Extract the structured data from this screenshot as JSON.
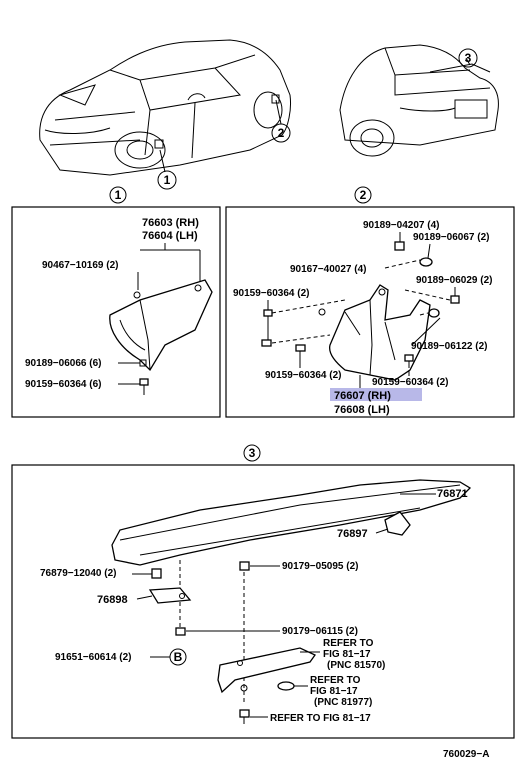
{
  "diagram": {
    "callouts": {
      "c1": "1",
      "c2": "2",
      "c3": "3",
      "b": "B"
    },
    "panel1": {
      "heading_circle": "1",
      "labels": {
        "p76603": "76603 (RH)",
        "p76604": "76604 (LH)",
        "p90467": "90467−10169 (2)",
        "p90189_06066": "90189−06066 (6)",
        "p90159_6": "90159−60364 (6)"
      }
    },
    "panel2": {
      "heading_circle": "2",
      "labels": {
        "p90189_04207": "90189−04207 (4)",
        "p90189_06067": "90189−06067 (2)",
        "p90167": "90167−40027 (4)",
        "p90189_06029": "90189−06029 (2)",
        "p90159_a": "90159−60364 (2)",
        "p90189_06122": "90189−06122 (2)",
        "p90159_b": "90159−60364 (2)",
        "p90159_c": "90159−60364 (2)",
        "p76607": "76607 (RH)",
        "p76608": "76608 (LH)"
      },
      "highlight_color": "#b8b8e8"
    },
    "panel3": {
      "heading_circle": "3",
      "labels": {
        "p76871": "76871",
        "p76897": "76897",
        "p76879": "76879−12040 (2)",
        "p90179_05095": "90179−05095 (2)",
        "p76898": "76898",
        "p90179_06115": "90179−06115 (2)",
        "p91651": "91651−60614 (2)",
        "refer1_a": "REFER TO",
        "refer1_b": "FIG 81−17",
        "refer1_c": "(PNC 81570)",
        "refer2_a": "REFER TO",
        "refer2_b": "FIG 81−17",
        "refer2_c": "(PNC 81977)",
        "refer3": "REFER TO FIG 81−17"
      }
    },
    "figure_code": "760029−A"
  }
}
